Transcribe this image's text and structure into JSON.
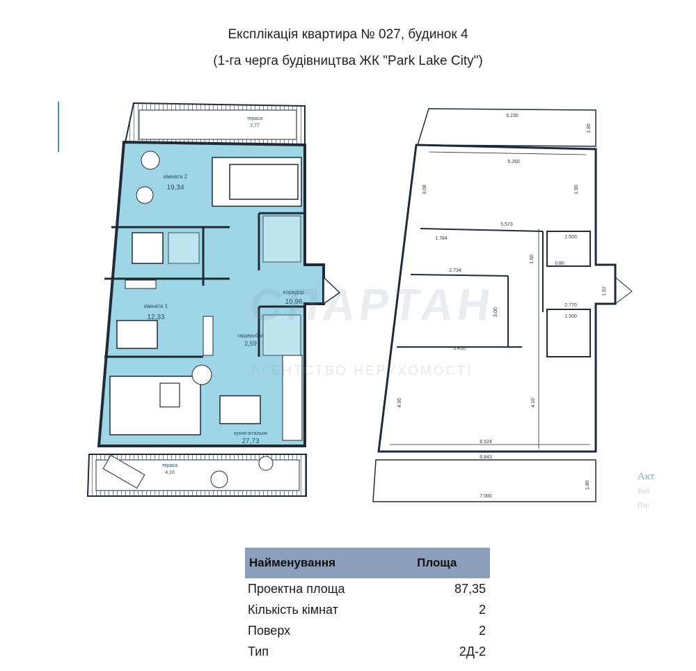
{
  "document": {
    "title_line1": "Експлікація квартира № 027, будинок 4",
    "title_line2": "(1-га черга будівництва ЖК \"Park Lake City\")"
  },
  "plan_left": {
    "rooms": {
      "bedroom2": {
        "name": "кімната 2",
        "area": "19,34"
      },
      "bedroom1": {
        "name": "кімната 1",
        "area": "12,33"
      },
      "corridor": {
        "name": "коридор",
        "area": "10,96"
      },
      "wardrobe": {
        "name": "гардеробна",
        "area": "2,59"
      },
      "kitchen": {
        "name": "кухня-вітальня",
        "area": "27,73"
      },
      "terrace_top": {
        "name": "тераса",
        "area": "2,77"
      },
      "terrace_bottom": {
        "name": "тераса",
        "area": "4,10"
      }
    }
  },
  "plan_right": {
    "dims": {
      "d1": "5.230",
      "d2": "5.260",
      "d3": "5.573",
      "d4": "1.784",
      "d5": "1.500",
      "d6": "2.734",
      "d7": "2.770",
      "d8": "1.500",
      "d9": "3.410",
      "d10": "6.524",
      "d11": "6.843",
      "d12": "7.000",
      "v1": "1.80",
      "v2": "1.90",
      "v3": "3.08",
      "v4": "1.60",
      "v5": "3.00",
      "v6": "1.92",
      "v7": "4.95",
      "v8": "4.10",
      "v9": "1.80",
      "v10": "0.80"
    }
  },
  "watermark": {
    "main": "СПАРТАН",
    "sub": "АГЕНТСТВО НЕРУХОМОСТІ"
  },
  "side_note": {
    "line1": "Акт",
    "line2": "Виб",
    "line3": "Пар"
  },
  "info_table": {
    "header": {
      "name": "Найменування",
      "value": "Площа"
    },
    "rows": [
      {
        "label": "Проектна площа",
        "value": "87,35"
      },
      {
        "label": "Кількість кімнат",
        "value": "2"
      },
      {
        "label": "Поверх",
        "value": "2"
      },
      {
        "label": "Тип",
        "value": "2Д-2"
      }
    ]
  },
  "colors": {
    "room_fill": "#9fd6e6",
    "terrace_fill": "#ffffff",
    "wall": "#1f2a38",
    "table_header": "#8b9fbd"
  }
}
